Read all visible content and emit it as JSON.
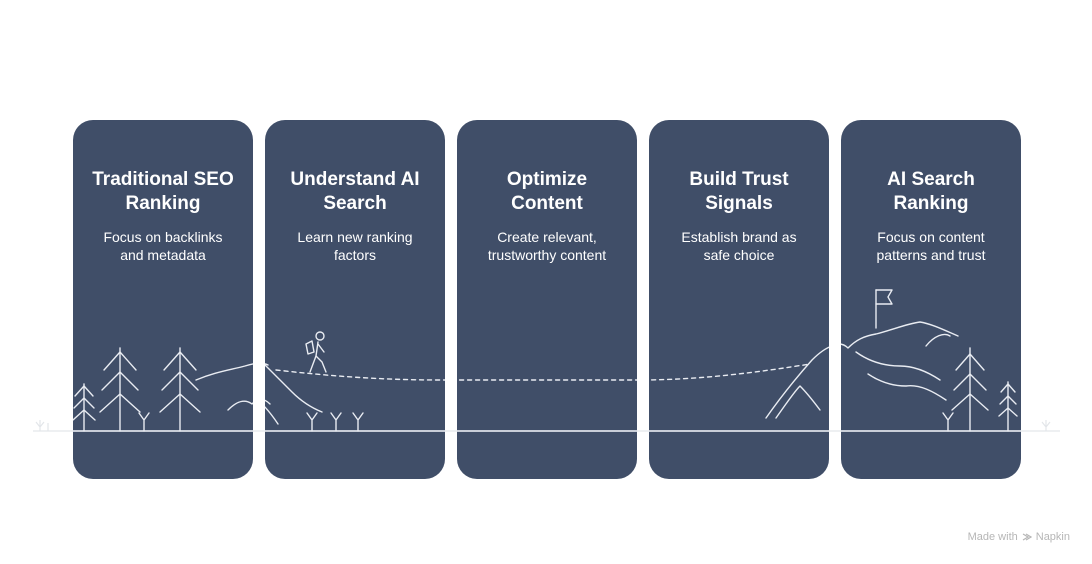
{
  "steps": [
    {
      "title": "Traditional SEO\nRanking",
      "description": "Focus on backlinks\nand metadata"
    },
    {
      "title": "Understand AI\nSearch",
      "description": "Learn new ranking\nfactors"
    },
    {
      "title": "Optimize\nContent",
      "description": "Create relevant,\ntrustworthy content"
    },
    {
      "title": "Build Trust\nSignals",
      "description": "Establish brand as\nsafe choice"
    },
    {
      "title": "AI Search\nRanking",
      "description": "Focus on content\npatterns and trust"
    }
  ],
  "credit": {
    "made_with": "Made with",
    "brand": "Napkin"
  },
  "colors": {
    "card": "#404e68",
    "text": "#ffffff",
    "line": "#e9ecf2"
  }
}
